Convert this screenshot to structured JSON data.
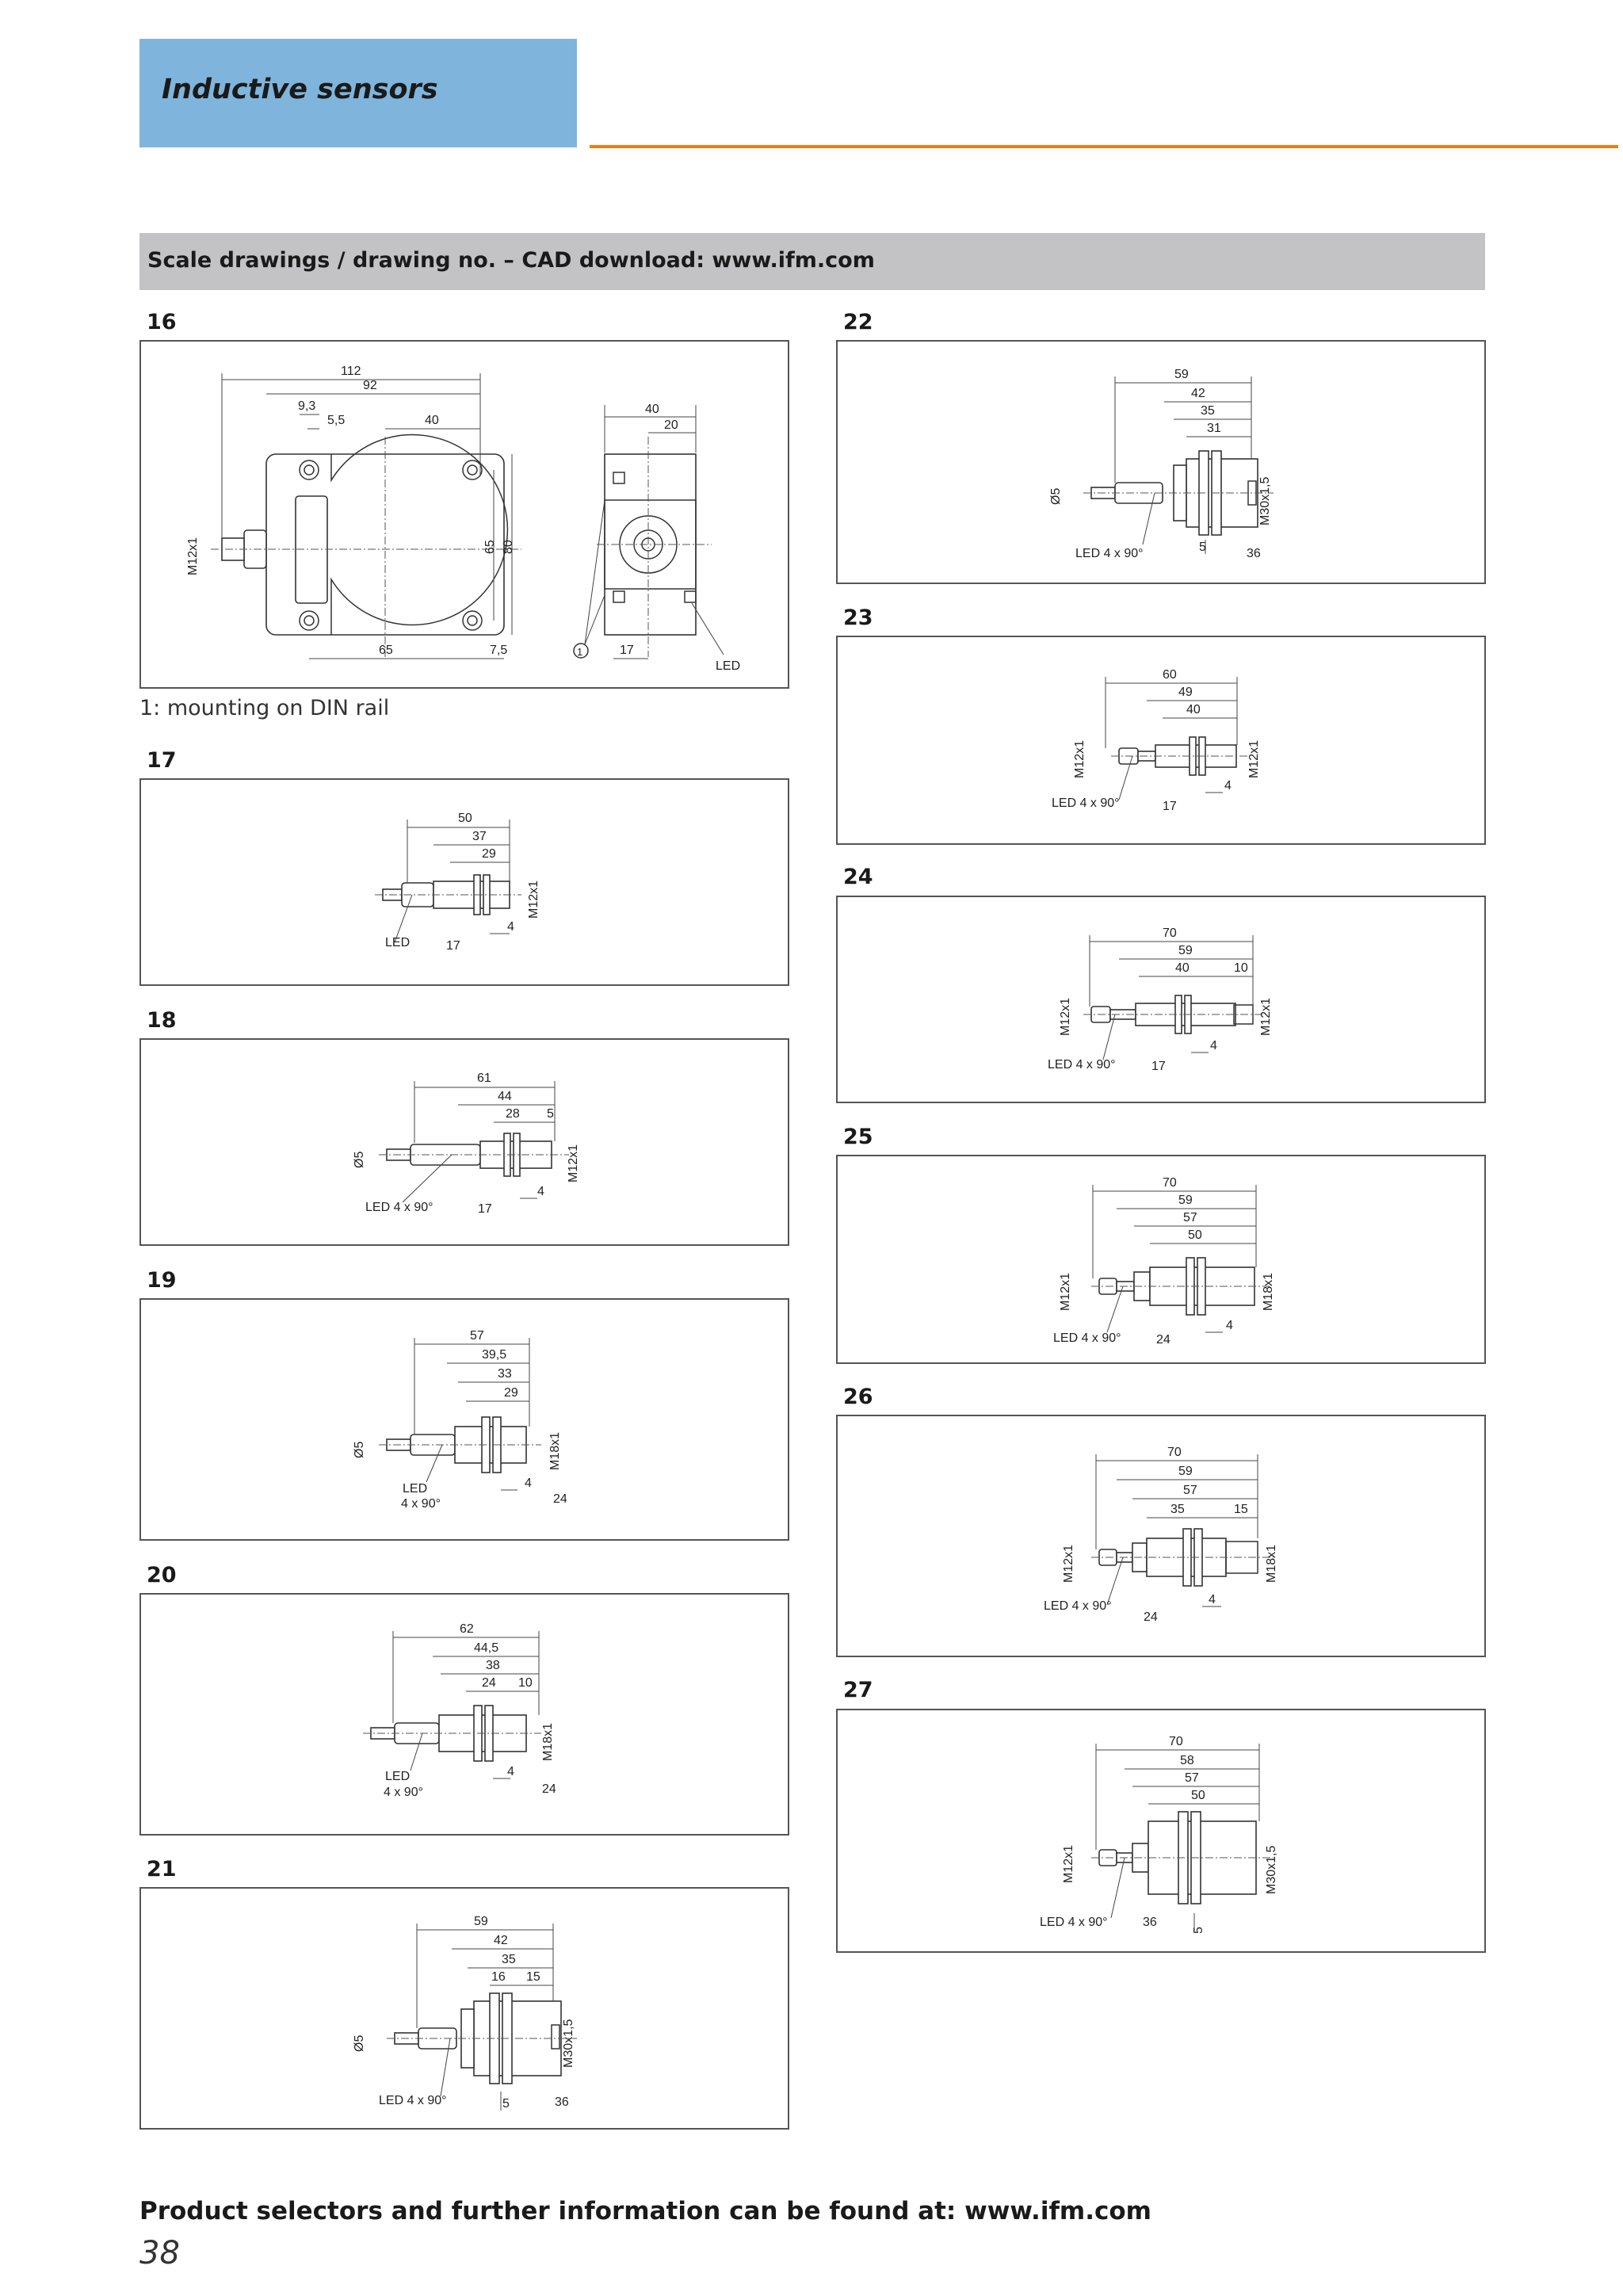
{
  "header": {
    "title": "Inductive sensors"
  },
  "section": {
    "title": "Scale drawings / drawing no. – CAD download: www.ifm.com"
  },
  "note16": "1: mounting on DIN rail",
  "footer": {
    "text": "Product selectors and further information can be found at: www.ifm.com",
    "page": "38"
  },
  "drawings": {
    "d16": {
      "no": "16",
      "dims": [
        "112",
        "92",
        "9,3",
        "5,5",
        "40",
        "65",
        "80",
        "65",
        "7,5",
        "40",
        "20",
        "17",
        "1",
        "LED",
        "M12x1"
      ]
    },
    "d17": {
      "no": "17",
      "dims": [
        "50",
        "37",
        "29",
        "4",
        "M12x1",
        "LED",
        "17"
      ]
    },
    "d18": {
      "no": "18",
      "dims": [
        "61",
        "44",
        "28",
        "5",
        "4",
        "M12x1",
        "Ø5",
        "LED 4 x 90°",
        "17"
      ]
    },
    "d19": {
      "no": "19",
      "dims": [
        "57",
        "39,5",
        "33",
        "29",
        "4",
        "M18x1",
        "Ø5",
        "LED",
        "4 x 90°",
        "24"
      ]
    },
    "d20": {
      "no": "20",
      "dims": [
        "62",
        "44,5",
        "38",
        "24",
        "10",
        "4",
        "M18x1",
        "LED",
        "4 x 90°",
        "24"
      ]
    },
    "d21": {
      "no": "21",
      "dims": [
        "59",
        "42",
        "35",
        "16",
        "15",
        "5",
        "M30x1,5",
        "Ø5",
        "LED 4 x 90°",
        "36"
      ]
    },
    "d22": {
      "no": "22",
      "dims": [
        "59",
        "42",
        "35",
        "31",
        "5",
        "M30x1,5",
        "Ø5",
        "LED 4 x 90°",
        "36"
      ]
    },
    "d23": {
      "no": "23",
      "dims": [
        "60",
        "49",
        "40",
        "4",
        "M12x1",
        "M12x1",
        "LED 4 x 90°",
        "17"
      ]
    },
    "d24": {
      "no": "24",
      "dims": [
        "70",
        "59",
        "40",
        "10",
        "4",
        "M12x1",
        "M12x1",
        "LED 4 x 90°",
        "17"
      ]
    },
    "d25": {
      "no": "25",
      "dims": [
        "70",
        "59",
        "57",
        "50",
        "4",
        "M12x1",
        "M18x1",
        "LED 4 x 90°",
        "24"
      ]
    },
    "d26": {
      "no": "26",
      "dims": [
        "70",
        "59",
        "57",
        "35",
        "15",
        "4",
        "M12x1",
        "M18x1",
        "LED 4 x 90°",
        "24"
      ]
    },
    "d27": {
      "no": "27",
      "dims": [
        "70",
        "58",
        "57",
        "50",
        "5",
        "M12x1",
        "M30x1,5",
        "LED 4 x 90°",
        "36"
      ]
    }
  }
}
